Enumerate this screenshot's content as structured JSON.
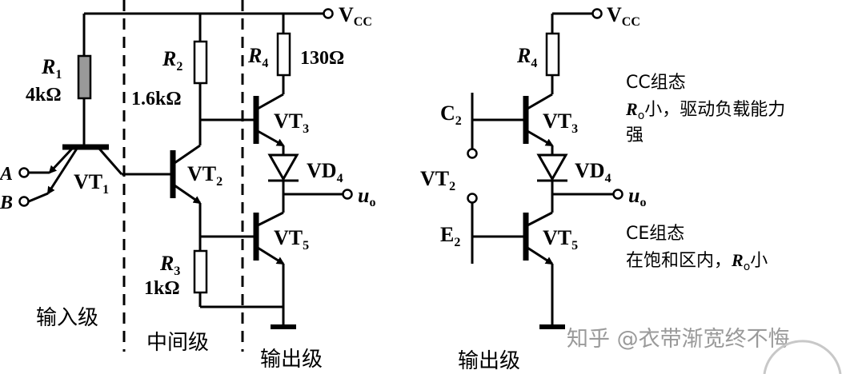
{
  "left": {
    "vcc": "V",
    "vcc_sub": "CC",
    "r1": "R",
    "r1_sub": "1",
    "r1_val": "4kΩ",
    "r2": "R",
    "r2_sub": "2",
    "r2_val": "1.6kΩ",
    "r3": "R",
    "r3_sub": "3",
    "r3_val": "1kΩ",
    "r4": "R",
    "r4_sub": "4",
    "r4_val": "130Ω",
    "vt1": "VT",
    "vt1_sub": "1",
    "vt2": "VT",
    "vt2_sub": "2",
    "vt3": "VT",
    "vt3_sub": "3",
    "vt5": "VT",
    "vt5_sub": "5",
    "vd4": "VD",
    "vd4_sub": "4",
    "in_a": "A",
    "in_b": "B",
    "out": "u",
    "out_sub": "o",
    "stage_in": "输入级",
    "stage_mid": "中间级",
    "stage_out": "输出级"
  },
  "right": {
    "vcc": "V",
    "vcc_sub": "CC",
    "r4": "R",
    "r4_sub": "4",
    "c2": "C",
    "c2_sub": "2",
    "vt2": "VT",
    "vt2_sub": "2",
    "e2": "E",
    "e2_sub": "2",
    "vt3": "VT",
    "vt3_sub": "3",
    "vd4": "VD",
    "vd4_sub": "4",
    "vt5": "VT",
    "vt5_sub": "5",
    "out": "u",
    "out_sub": "o",
    "cc_title": "CC组态",
    "cc_r": "R",
    "cc_r_sub": "o",
    "cc_desc1": "小，驱动负载能力",
    "cc_desc2": "强",
    "ce_title": "CE组态",
    "ce_desc_pre": "在饱和区内，",
    "ce_r": "R",
    "ce_r_sub": "o",
    "ce_desc_post": "小",
    "stage_out": "输出级"
  },
  "watermark": "知乎 @衣带渐宽终不悔"
}
